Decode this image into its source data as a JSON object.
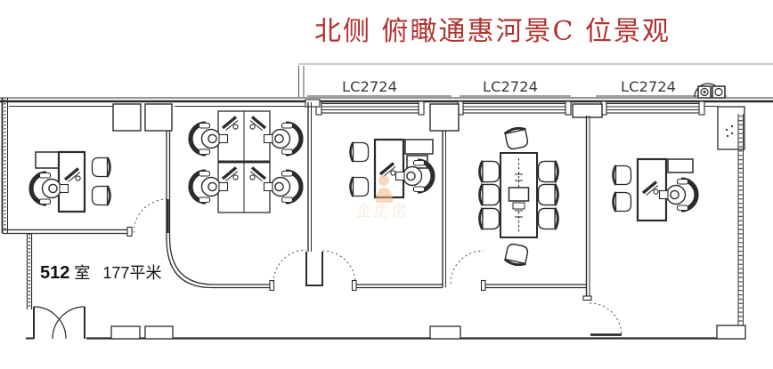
{
  "title": {
    "text": "北侧  俯瞰通惠河景C 位景观"
  },
  "windows": {
    "labels": [
      "LC2724",
      "LC2724",
      "LC2724"
    ]
  },
  "room": {
    "number": "512",
    "suffix": "室",
    "area": "177平米"
  },
  "watermark": {
    "text": "企房房"
  },
  "colors": {
    "title_red": "#b23230",
    "line_dark": "#2b2b2b",
    "watermark_orange": "#f5b98a"
  }
}
